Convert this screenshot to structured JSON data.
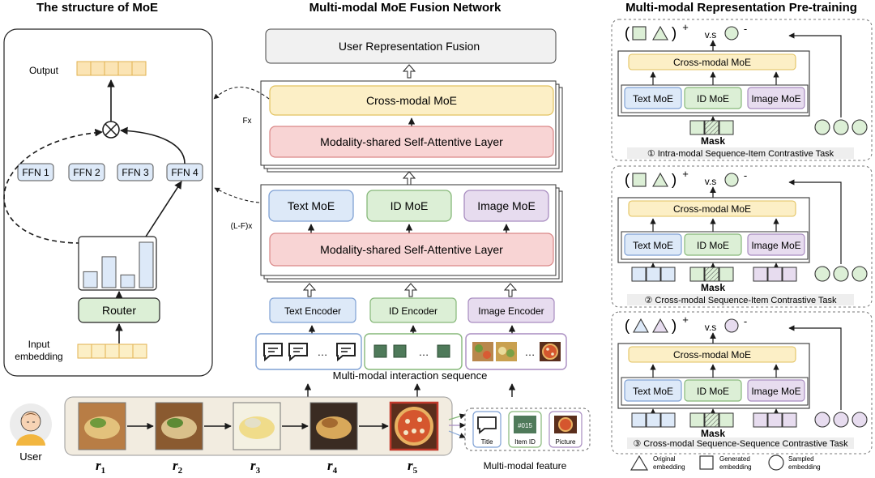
{
  "titles": {
    "moe_structure": "The structure of MoE",
    "fusion_network": "Multi-modal MoE Fusion Network",
    "pretraining": "Multi-modal Representation Pre-training"
  },
  "moe_structure": {
    "output_label": "Output",
    "ffns": [
      "FFN 1",
      "FFN 2",
      "FFN 3",
      "FFN 4"
    ],
    "router_label": "Router",
    "input_label": [
      "Input",
      "embedding"
    ],
    "router_scores": [
      0.35,
      0.68,
      0.28,
      1.0
    ],
    "active_ffn": "FFN 4"
  },
  "fusion": {
    "fusion_block": "User Representation Fusion",
    "fx_label": "Fx",
    "lf_label": "(L-F)x",
    "cross_modal": "Cross-modal MoE",
    "shared_layer": "Modality-shared Self-Attentive Layer",
    "modal_moes": [
      "Text MoE",
      "ID MoE",
      "Image MoE"
    ],
    "encoders": [
      "Text Encoder",
      "ID Encoder",
      "Image Encoder"
    ],
    "ellipsis": "…",
    "sequence_label": "Multi-modal interaction sequence"
  },
  "user_row": {
    "user_label": "User",
    "items": [
      "r",
      "r",
      "r",
      "r",
      "r"
    ],
    "subscripts": [
      "1",
      "2",
      "3",
      "4",
      "5"
    ],
    "feature_label": "Multi-modal feature",
    "features": [
      "Title",
      "Item ID",
      "Picture"
    ],
    "item_id_code": "#015"
  },
  "pretraining": {
    "vs": "v.s",
    "plus": "+",
    "minus": "-",
    "cross_modal": "Cross-modal MoE",
    "moes": [
      "Text MoE",
      "ID MoE",
      "Image MoE"
    ],
    "mask": "Mask",
    "tasks": [
      "① Intra-modal Sequence-Item Contrastive Task",
      "② Cross-modal Sequence-Item Contrastive Task",
      "③ Cross-modal Sequence-Sequence Contrastive Task"
    ]
  },
  "legend": {
    "original": [
      "Original",
      "embedding"
    ],
    "generated": [
      "Generated",
      "embedding"
    ],
    "sampled": [
      "Sampled",
      "embedding"
    ]
  },
  "colors": {
    "yellow_fill": "#fcefc6",
    "yellow_stroke": "#e2c25f",
    "red_fill": "#f8d4d4",
    "red_stroke": "#d98686",
    "blue_fill": "#dde9f8",
    "blue_stroke": "#7fa1d4",
    "green_fill": "#dcefd6",
    "green_stroke": "#86b879",
    "purple_fill": "#e7dcef",
    "purple_stroke": "#a88cc0",
    "router_fill": "#dcefd6",
    "output_cell": "#fbe4b4"
  }
}
